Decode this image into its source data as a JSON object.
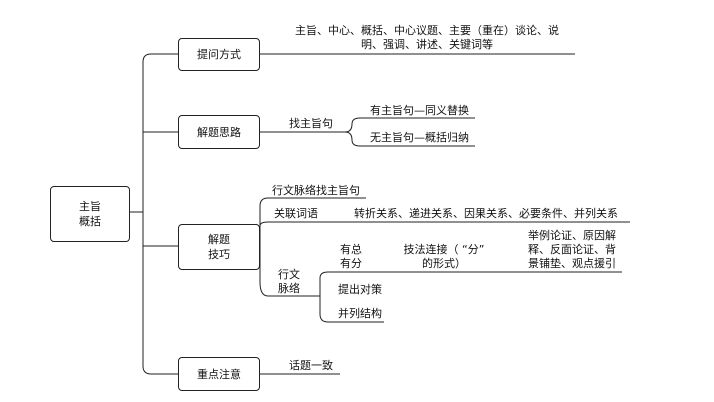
{
  "root": {
    "line1": "主旨",
    "line2": "概括"
  },
  "b1": {
    "title": "提问方式",
    "desc1": "主旨、中心、概括、中心议题、主要（重在）谈论、说",
    "desc2": "明、强调、讲述、关键词等"
  },
  "b2": {
    "title": "解题思路",
    "sub": "找主旨句",
    "leaf1": "有主旨句—同义替换",
    "leaf2": "无主旨句—概括归纳"
  },
  "b3": {
    "title1": "解题",
    "title2": "技巧",
    "item1": "行文脉络找主旨句",
    "item2": "关联词语",
    "item2_desc": "转折关系、递进关系、因果关系、必要条件、并列关系",
    "item3_1": "行文",
    "item3_2": "脉络",
    "sub1_1": "有总",
    "sub1_2": "有分",
    "sub1_mid1": "技法连接（ “分”",
    "sub1_mid2": "的形式）",
    "sub1_r1": "举例论证、原因解",
    "sub1_r2": "释、反面论证、背",
    "sub1_r3": "景铺垫、观点援引",
    "sub2": "提出对策",
    "sub3": "并列结构"
  },
  "b4": {
    "title": "重点注意",
    "sub": "话题一致"
  }
}
